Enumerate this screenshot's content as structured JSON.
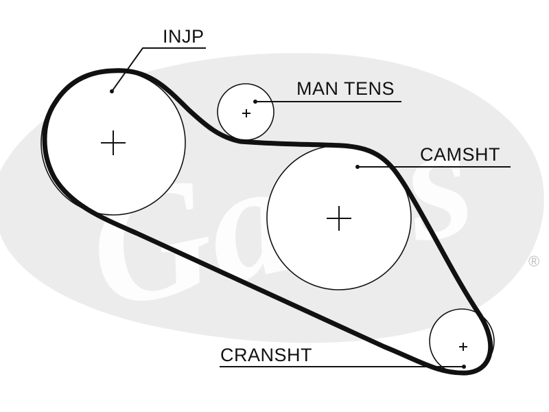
{
  "watermark": {
    "brand": "Gates",
    "registered_mark": "®",
    "color": "#ececec"
  },
  "labels": {
    "injp": "INJP",
    "man_tens": "MAN TENS",
    "camsht": "CAMSHT",
    "cransht": "CRANSHT"
  },
  "colors": {
    "line": "#111111",
    "background": "#ffffff"
  }
}
